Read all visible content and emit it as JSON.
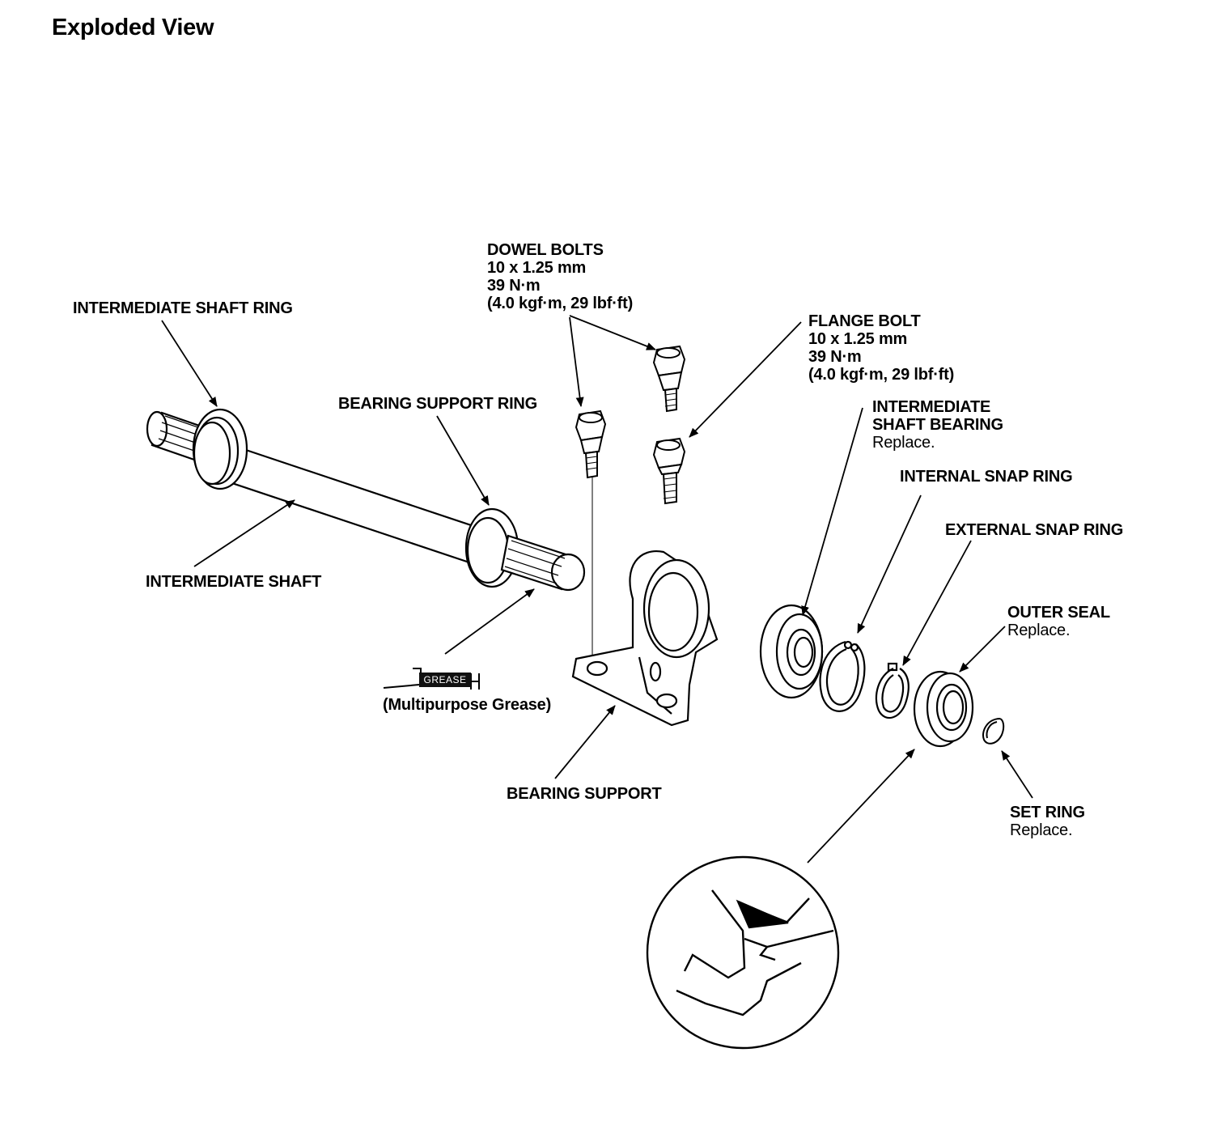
{
  "title": "Exploded View",
  "labels": {
    "intermediate_shaft_ring": "INTERMEDIATE SHAFT RING",
    "bearing_support_ring": "BEARING SUPPORT RING",
    "intermediate_shaft": "INTERMEDIATE SHAFT",
    "grease_badge": "GREASE",
    "multipurpose_grease": "(Multipurpose Grease)",
    "bearing_support": "BEARING SUPPORT",
    "dowel_bolts": {
      "name": "DOWEL BOLTS",
      "size": "10 x 1.25 mm",
      "torque": "39 N·m",
      "torque_alt": "(4.0 kgf·m, 29 lbf·ft)"
    },
    "flange_bolt": {
      "name": "FLANGE BOLT",
      "size": "10 x 1.25 mm",
      "torque": "39 N·m",
      "torque_alt": "(4.0 kgf·m, 29 lbf·ft)"
    },
    "intermediate_shaft_bearing": {
      "line1": "INTERMEDIATE",
      "line2": "SHAFT BEARING",
      "note": "Replace."
    },
    "internal_snap_ring": "INTERNAL SNAP RING",
    "external_snap_ring": "EXTERNAL SNAP RING",
    "outer_seal": {
      "name": "OUTER SEAL",
      "note": "Replace."
    },
    "set_ring": {
      "name": "SET RING",
      "note": "Replace."
    }
  }
}
